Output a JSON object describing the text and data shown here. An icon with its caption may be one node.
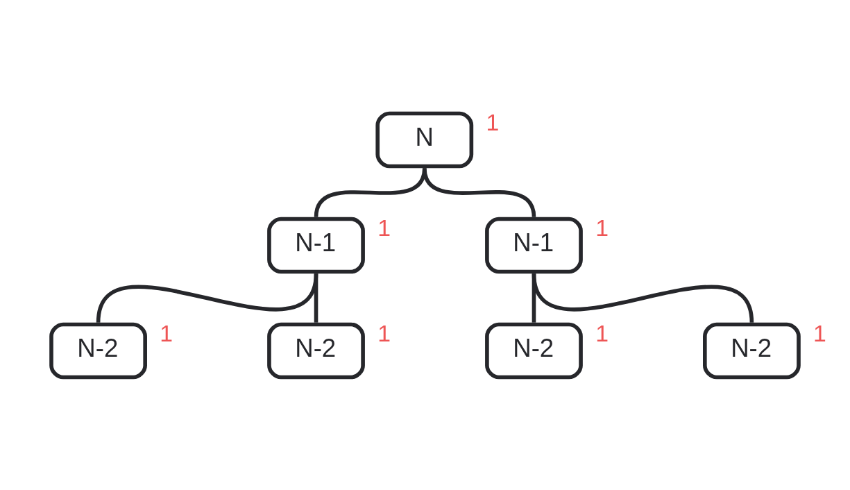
{
  "diagram": {
    "nodes": [
      {
        "text": [
          "N"
        ],
        "beside": [
          "1"
        ]
      },
      {
        "text": [
          "N-1"
        ],
        "beside": [
          "1"
        ]
      },
      {
        "text": [
          "N-1"
        ],
        "beside": [
          "1"
        ]
      },
      {
        "text": [
          "N-2"
        ],
        "beside": [
          "1"
        ]
      },
      {
        "text": [
          "N-2"
        ],
        "beside": [
          "1"
        ]
      },
      {
        "text": [
          "N-2"
        ],
        "beside": [
          "1"
        ]
      },
      {
        "text": [
          "N-2"
        ],
        "beside": [
          "1"
        ]
      }
    ],
    "edges": [
      {
        "from": 0,
        "to": 1,
        "arrow": "none"
      },
      {
        "from": 0,
        "to": 2,
        "arrow": "none"
      },
      {
        "from": 1,
        "to": 3,
        "arrow": "none"
      },
      {
        "from": 1,
        "to": 4,
        "arrow": "none"
      },
      {
        "from": 2,
        "to": 5,
        "arrow": "none"
      },
      {
        "from": 2,
        "to": 6,
        "arrow": "none"
      }
    ]
  }
}
